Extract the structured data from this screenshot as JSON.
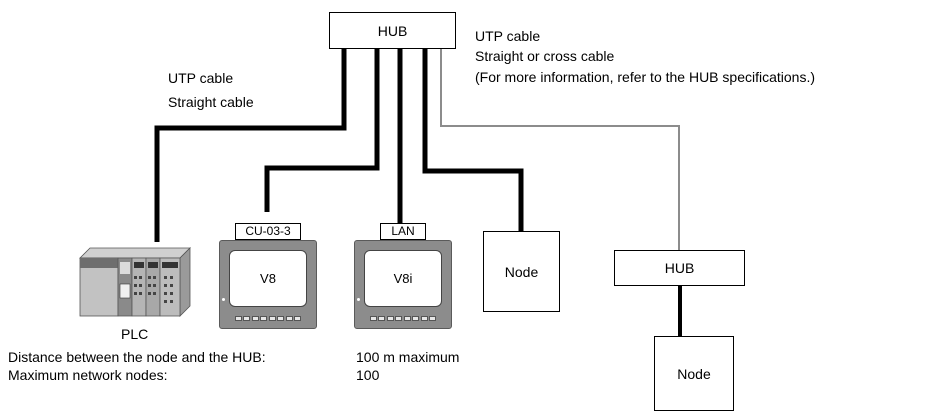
{
  "hub_main": {
    "label": "HUB"
  },
  "hub_secondary": {
    "label": "HUB"
  },
  "cable_left": {
    "line1": "UTP cable",
    "line2": "Straight cable"
  },
  "cable_right": {
    "line1": "UTP cable",
    "line2": "Straight or cross cable",
    "line3": "(For more information, refer to the HUB specifications.)"
  },
  "devices": {
    "plc": {
      "label": "PLC"
    },
    "v8": {
      "tag": "CU-03-3",
      "screen": "V8"
    },
    "v8i": {
      "tag": "LAN",
      "screen": "V8i"
    },
    "node1": {
      "label": "Node"
    },
    "node2": {
      "label": "Node"
    }
  },
  "specs": {
    "row1": {
      "label": "Distance between the node and the HUB:",
      "value": "100 m maximum"
    },
    "row2": {
      "label": "Maximum network nodes:",
      "value": "100"
    }
  },
  "colors": {
    "cable_black": "#000000",
    "cable_gray": "#8c8c8c",
    "device_frame": "#8c8c8c"
  }
}
